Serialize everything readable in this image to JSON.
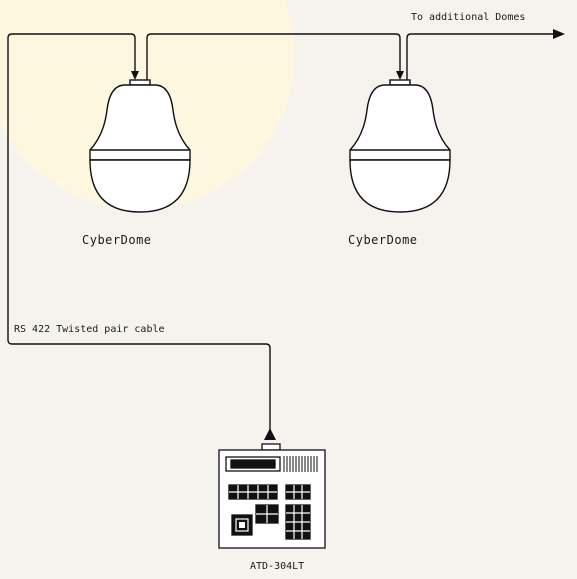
{
  "diagram": {
    "cable_label": "RS 422 Twisted pair cable",
    "to_additional_label": "To additional Domes",
    "domes": [
      {
        "label": "CyberDome",
        "icon": "dome-camera-icon"
      },
      {
        "label": "CyberDome",
        "icon": "dome-camera-icon"
      }
    ],
    "controller": {
      "label": "ATD-304LT",
      "icon": "keyboard-controller-icon"
    }
  },
  "colors": {
    "background": "#f6f3ef",
    "highlight": "#fdf7df",
    "line": "#111111"
  }
}
